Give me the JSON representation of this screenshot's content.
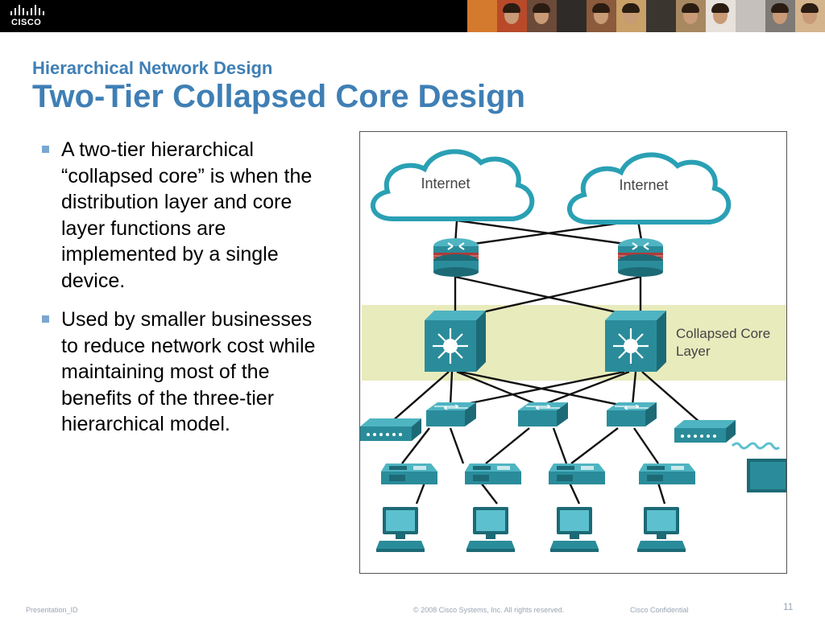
{
  "header": {
    "brand": "CISCO",
    "photo_colors": [
      "#d47a2e",
      "#b84a2a",
      "#6b4a3a",
      "#2f2b28",
      "#8c5a3c",
      "#c8a068",
      "#3b3530",
      "#a88860",
      "#e8e2dc",
      "#c6c0bc",
      "#7e7a76",
      "#d4b48c"
    ]
  },
  "slide": {
    "subtitle": "Hierarchical Network Design",
    "title": "Two-Tier Collapsed Core Design",
    "bullets": [
      "A two-tier hierarchical “collapsed core” is when the distribution layer and core layer functions are implemented by a single device.",
      "Used by smaller businesses to reduce network cost  while maintaining most of the benefits of the three-tier hierarchical model."
    ]
  },
  "diagram": {
    "cloud_left_label": "Internet",
    "cloud_right_label": "Internet",
    "layer_label_line1": "Collapsed Core",
    "layer_label_line2": "Layer",
    "colors": {
      "device": "#2a8c9a",
      "device_dark": "#1c6a76",
      "cloud_outline": "#2aa0b4",
      "layer_band": "#e8ebbc",
      "firewall": "#b03a3a"
    }
  },
  "footer": {
    "presentation_id": "Presentation_ID",
    "copyright": "© 2008 Cisco Systems, Inc. All rights reserved.",
    "confidential": "Cisco Confidential",
    "page_number": "11"
  }
}
